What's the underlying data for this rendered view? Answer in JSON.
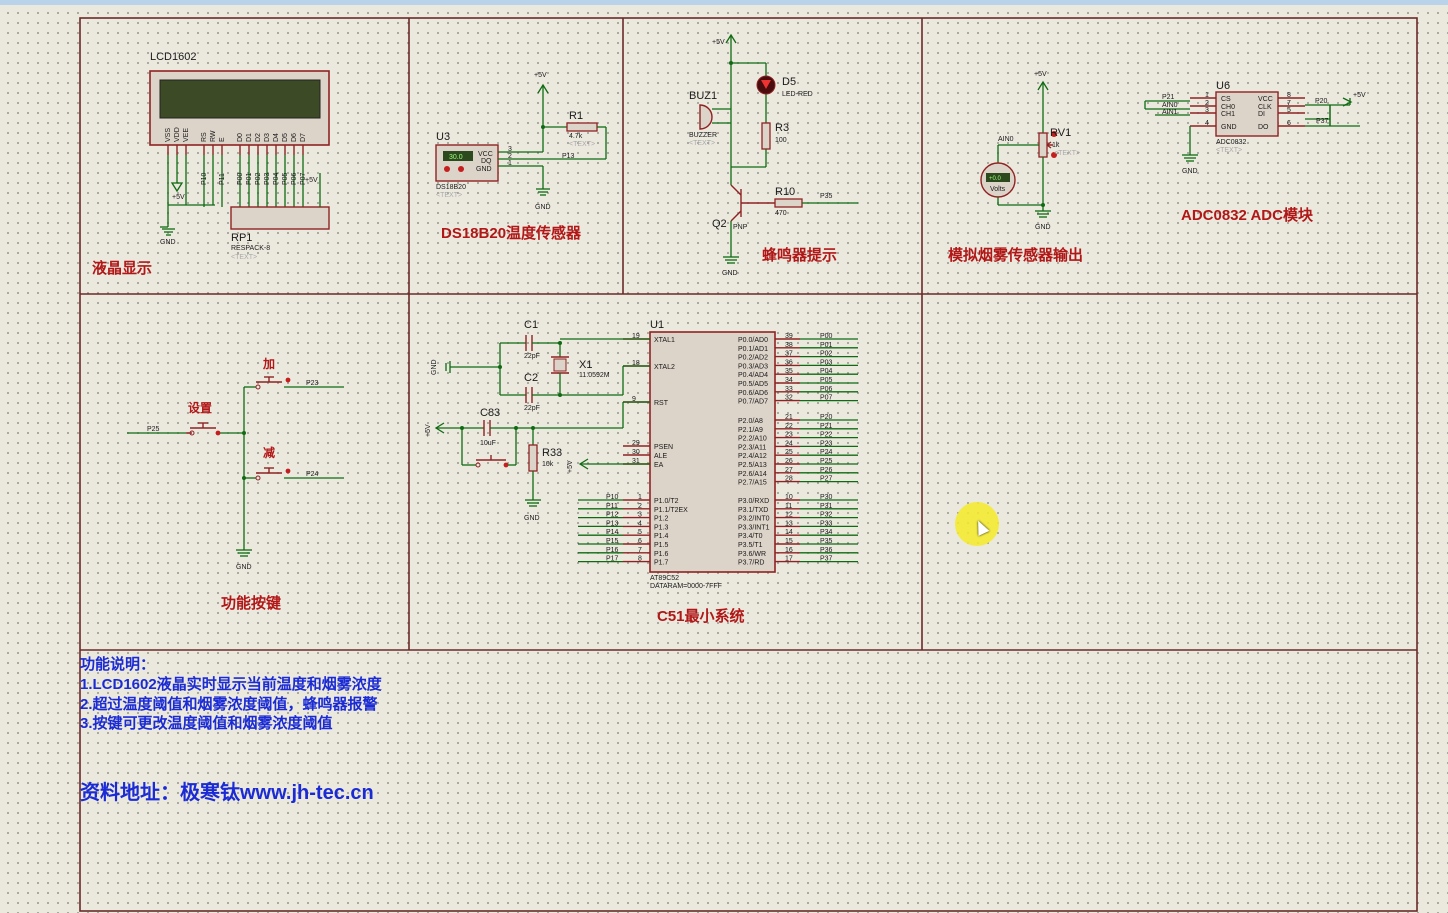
{
  "sections": {
    "lcd": "液晶显示",
    "ds18b20": "DS18B20温度传感器",
    "buzzer": "蜂鸣器提示",
    "smoke": "模拟烟雾传感器输出",
    "adc": "ADC0832 ADC模块",
    "keys": "功能按键",
    "mcu": "C51最小系统"
  },
  "lcd": {
    "name": "LCD1602",
    "pins": [
      "VSS",
      "VDD",
      "VEE",
      "RS",
      "RW",
      "E",
      "D0",
      "D1",
      "D2",
      "D3",
      "D4",
      "D5",
      "D6",
      "D7"
    ],
    "nets": [
      "P10",
      "P11",
      "P00",
      "P01",
      "P02",
      "P03",
      "P04",
      "P05",
      "P06",
      "P07"
    ],
    "rp_name": "RP1",
    "rp_value": "RESPACK-8",
    "text": "<TEXT>",
    "vcc": "+5V",
    "gnd": "GND"
  },
  "ds18b20": {
    "ref": "U3",
    "part": "DS18B20",
    "reading": "30.0",
    "pins": [
      "VCC",
      "DQ",
      "GND"
    ],
    "pin_nums": [
      "3",
      "2",
      "1"
    ],
    "r_ref": "R1",
    "r_val": "4.7k",
    "net": "P13",
    "vcc": "+5V",
    "gnd": "GND",
    "text": "<TEXT>"
  },
  "buzzer": {
    "buz_ref": "BUZ1",
    "buz_part": "BUZZER",
    "led_ref": "D5",
    "led_part": "LED-RED",
    "r3_ref": "R3",
    "r3_val": "100",
    "q_ref": "Q2",
    "q_type": "PNP",
    "r10_ref": "R10",
    "r10_val": "470",
    "net": "P35",
    "vcc": "+5V",
    "gnd": "GND",
    "text": "<TEXT>"
  },
  "smoke": {
    "rv_ref": "RV1",
    "rv_val": "1k",
    "net": "AIN0",
    "meter_label": "Volts",
    "meter_reading": "+0.0",
    "vcc": "+5V",
    "gnd": "GND",
    "text": "<TEXT>"
  },
  "adc": {
    "ref": "U6",
    "part": "ADC0832",
    "left_pins": [
      "CS",
      "CH0",
      "CH1",
      "GND"
    ],
    "left_nums": [
      "1",
      "2",
      "3",
      "4"
    ],
    "right_pins": [
      "VCC",
      "CLK",
      "DI",
      "DO"
    ],
    "right_nums": [
      "8",
      "7",
      "5",
      "6"
    ],
    "left_nets": [
      "P21",
      "AIN0",
      "AIN1"
    ],
    "right_nets": [
      "P20",
      "P37"
    ],
    "vcc": "+5V",
    "gnd": "GND",
    "text": "<TEXT>"
  },
  "keys": {
    "set": "设置",
    "add": "加",
    "sub": "减",
    "nets": [
      "P25",
      "P23",
      "P24"
    ],
    "gnd": "GND"
  },
  "mcu": {
    "ref": "U1",
    "part": "AT89C52",
    "dataram": "DATARAM=0000-7FFF",
    "c1_ref": "C1",
    "c1_val": "22pF",
    "c2_ref": "C2",
    "c2_val": "22pF",
    "x_ref": "X1",
    "x_val": "11.0592M",
    "c83_ref": "C83",
    "c83_val": "10uF",
    "r33_ref": "R33",
    "r33_val": "10k",
    "vcc": "+5V",
    "gnd": "GND",
    "left_pins": [
      [
        "19",
        "XTAL1"
      ],
      [
        "18",
        "XTAL2"
      ],
      [
        "9",
        "RST"
      ],
      [
        "29",
        "PSEN"
      ],
      [
        "30",
        "ALE"
      ],
      [
        "31",
        "EA"
      ]
    ],
    "p1_pins": [
      [
        "1",
        "P1.0/T2"
      ],
      [
        "2",
        "P1.1/T2EX"
      ],
      [
        "3",
        "P1.2"
      ],
      [
        "4",
        "P1.3"
      ],
      [
        "5",
        "P1.4"
      ],
      [
        "6",
        "P1.5"
      ],
      [
        "7",
        "P1.6"
      ],
      [
        "8",
        "P1.7"
      ]
    ],
    "p1_nets": [
      "P10",
      "P11",
      "P12",
      "P13",
      "P14",
      "P15",
      "P16",
      "P17"
    ],
    "p0_pins": [
      [
        "39",
        "P0.0/AD0"
      ],
      [
        "38",
        "P0.1/AD1"
      ],
      [
        "37",
        "P0.2/AD2"
      ],
      [
        "36",
        "P0.3/AD3"
      ],
      [
        "35",
        "P0.4/AD4"
      ],
      [
        "34",
        "P0.5/AD5"
      ],
      [
        "33",
        "P0.6/AD6"
      ],
      [
        "32",
        "P0.7/AD7"
      ]
    ],
    "p0_nets": [
      "P00",
      "P01",
      "P02",
      "P03",
      "P04",
      "P05",
      "P06",
      "P07"
    ],
    "p2_pins": [
      [
        "21",
        "P2.0/A8"
      ],
      [
        "22",
        "P2.1/A9"
      ],
      [
        "23",
        "P2.2/A10"
      ],
      [
        "24",
        "P2.3/A11"
      ],
      [
        "25",
        "P2.4/A12"
      ],
      [
        "26",
        "P2.5/A13"
      ],
      [
        "27",
        "P2.6/A14"
      ],
      [
        "28",
        "P2.7/A15"
      ]
    ],
    "p2_nets": [
      "P20",
      "P21",
      "P22",
      "P23",
      "P24",
      "P25",
      "P26",
      "P27"
    ],
    "p3_pins": [
      [
        "10",
        "P3.0/RXD"
      ],
      [
        "11",
        "P3.1/TXD"
      ],
      [
        "12",
        "P3.2/INT0"
      ],
      [
        "13",
        "P3.3/INT1"
      ],
      [
        "14",
        "P3.4/T0"
      ],
      [
        "15",
        "P3.5/T1"
      ],
      [
        "16",
        "P3.6/WR"
      ],
      [
        "17",
        "P3.7/RD"
      ]
    ],
    "p3_nets": [
      "P30",
      "P31",
      "P32",
      "P33",
      "P34",
      "P35",
      "P36",
      "P37"
    ]
  },
  "notes": {
    "title": "功能说明：",
    "line1": "1.LCD1602液晶实时显示当前温度和烟雾浓度",
    "line2": "2.超过温度阈值和烟雾浓度阈值，蜂鸣器报警",
    "line3": "3.按键可更改温度阈值和烟雾浓度阈值",
    "address": "资料地址：极寒钛www.jh-tec.cn"
  }
}
